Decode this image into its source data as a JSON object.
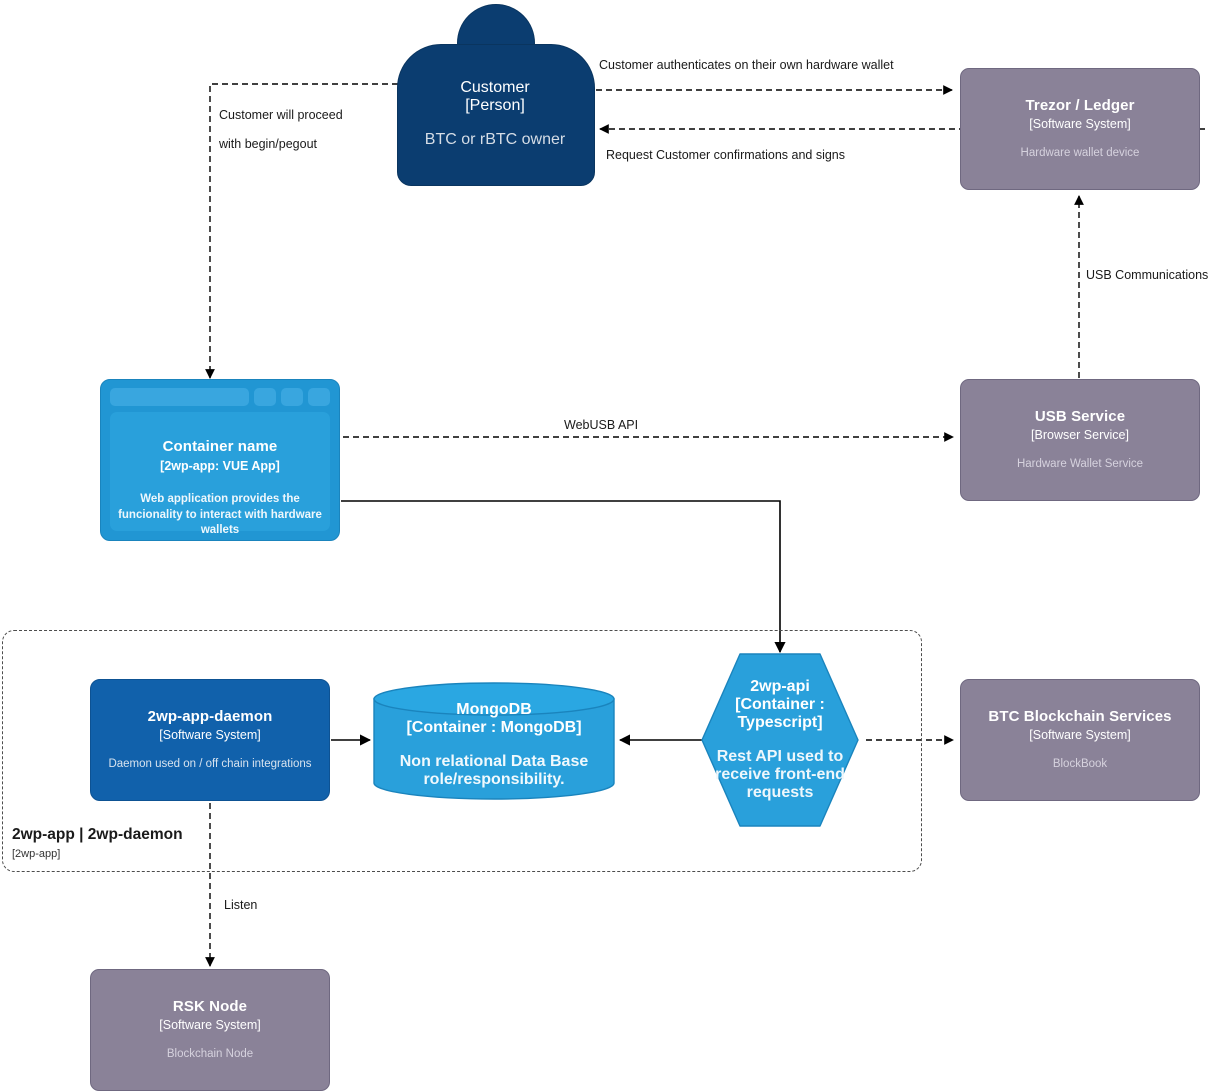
{
  "diagram": {
    "type": "c4-container-diagram",
    "background": "#ffffff",
    "colors": {
      "person": "#0b3d70",
      "software_system": "#8a8298",
      "container_blue": "#29a0db",
      "system_blue": "#1161ab",
      "line": "#000000",
      "boundary": "#4d4d4d"
    }
  },
  "nodes": {
    "customer": {
      "name": "Customer",
      "tech": "[Person]",
      "description": "BTC or rBTC owner"
    },
    "trezor_ledger": {
      "name": "Trezor / Ledger",
      "tech": "[Software System]",
      "description": "Hardware wallet device"
    },
    "container_name": {
      "name": "Container name",
      "tech": "[2wp-app: VUE App]",
      "description": "Web application provides the funcionality to interact with hardware wallets"
    },
    "usb_service": {
      "name": "USB Service",
      "tech": "[Browser Service]",
      "description": "Hardware Wallet Service"
    },
    "daemon": {
      "name": "2wp-app-daemon",
      "tech": "[Software System]",
      "description": "Daemon used on / off chain integrations"
    },
    "mongodb": {
      "name": "MongoDB",
      "tech": "[Container : MongoDB]",
      "description": "Non relational Data Base role/responsibility."
    },
    "api": {
      "name": "2wp-api",
      "tech": "[Container : Typescript]",
      "description": "Rest API used to receive front-end requests"
    },
    "btc_services": {
      "name": "BTC Blockchain Services",
      "tech": "[Software System]",
      "description": "BlockBook"
    },
    "rsk_node": {
      "name": "RSK Node",
      "tech": "[Software System]",
      "description": "Blockchain Node"
    }
  },
  "boundary": {
    "title": "2wp-app | 2wp-daemon",
    "tech": "[2wp-app]"
  },
  "edges": {
    "customer_to_trezor": "Customer authenticates on their own hardware wallet",
    "trezor_to_customer": "Request Customer confirmations and signs",
    "customer_to_app_line1": "Customer will proceed",
    "customer_to_app_line2": "with begin/pegout",
    "usb_communications": "USB Communications",
    "webusb_api": "WebUSB API",
    "listen": "Listen"
  }
}
